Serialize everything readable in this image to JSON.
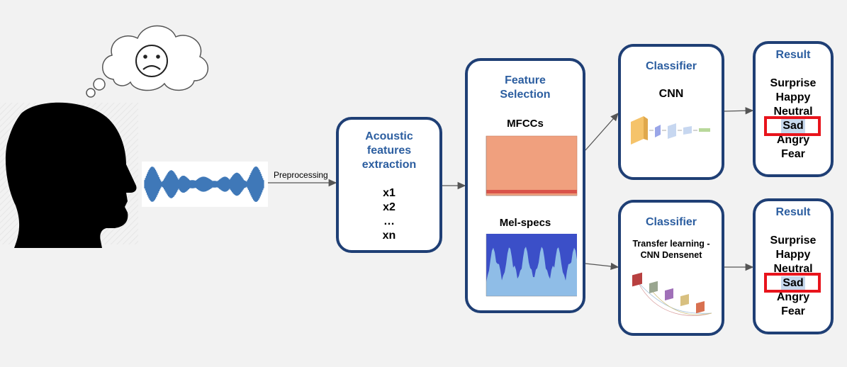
{
  "preprocessing_label": "Preprocessing",
  "acoustic": {
    "title": "Acoustic features extraction",
    "features": [
      "x1",
      "x2",
      "…",
      "xn"
    ]
  },
  "feature_selection": {
    "title": "Feature Selection",
    "mfcc_label": "MFCCs",
    "melspec_label": "Mel-specs"
  },
  "classifier_top": {
    "title": "Classifier",
    "model": "CNN"
  },
  "classifier_bottom": {
    "title": "Classifier",
    "model": "Transfer learning - CNN Densenet"
  },
  "result_top": {
    "title": "Result",
    "emotions": [
      "Surprise",
      "Happy",
      "Neutral",
      "Sad",
      "Angry",
      "Fear"
    ],
    "selected": "Sad"
  },
  "result_bottom": {
    "title": "Result",
    "emotions": [
      "Surprise",
      "Happy",
      "Neutral",
      "Sad",
      "Angry",
      "Fear"
    ],
    "selected": "Sad"
  },
  "colors": {
    "box_border": "#1f3f75",
    "title_blue": "#2c5ea0",
    "highlight": "#e8141c",
    "wave": "#3f78b8",
    "mfcc": "#f0a07e",
    "melspec": "#3b4fc8"
  }
}
